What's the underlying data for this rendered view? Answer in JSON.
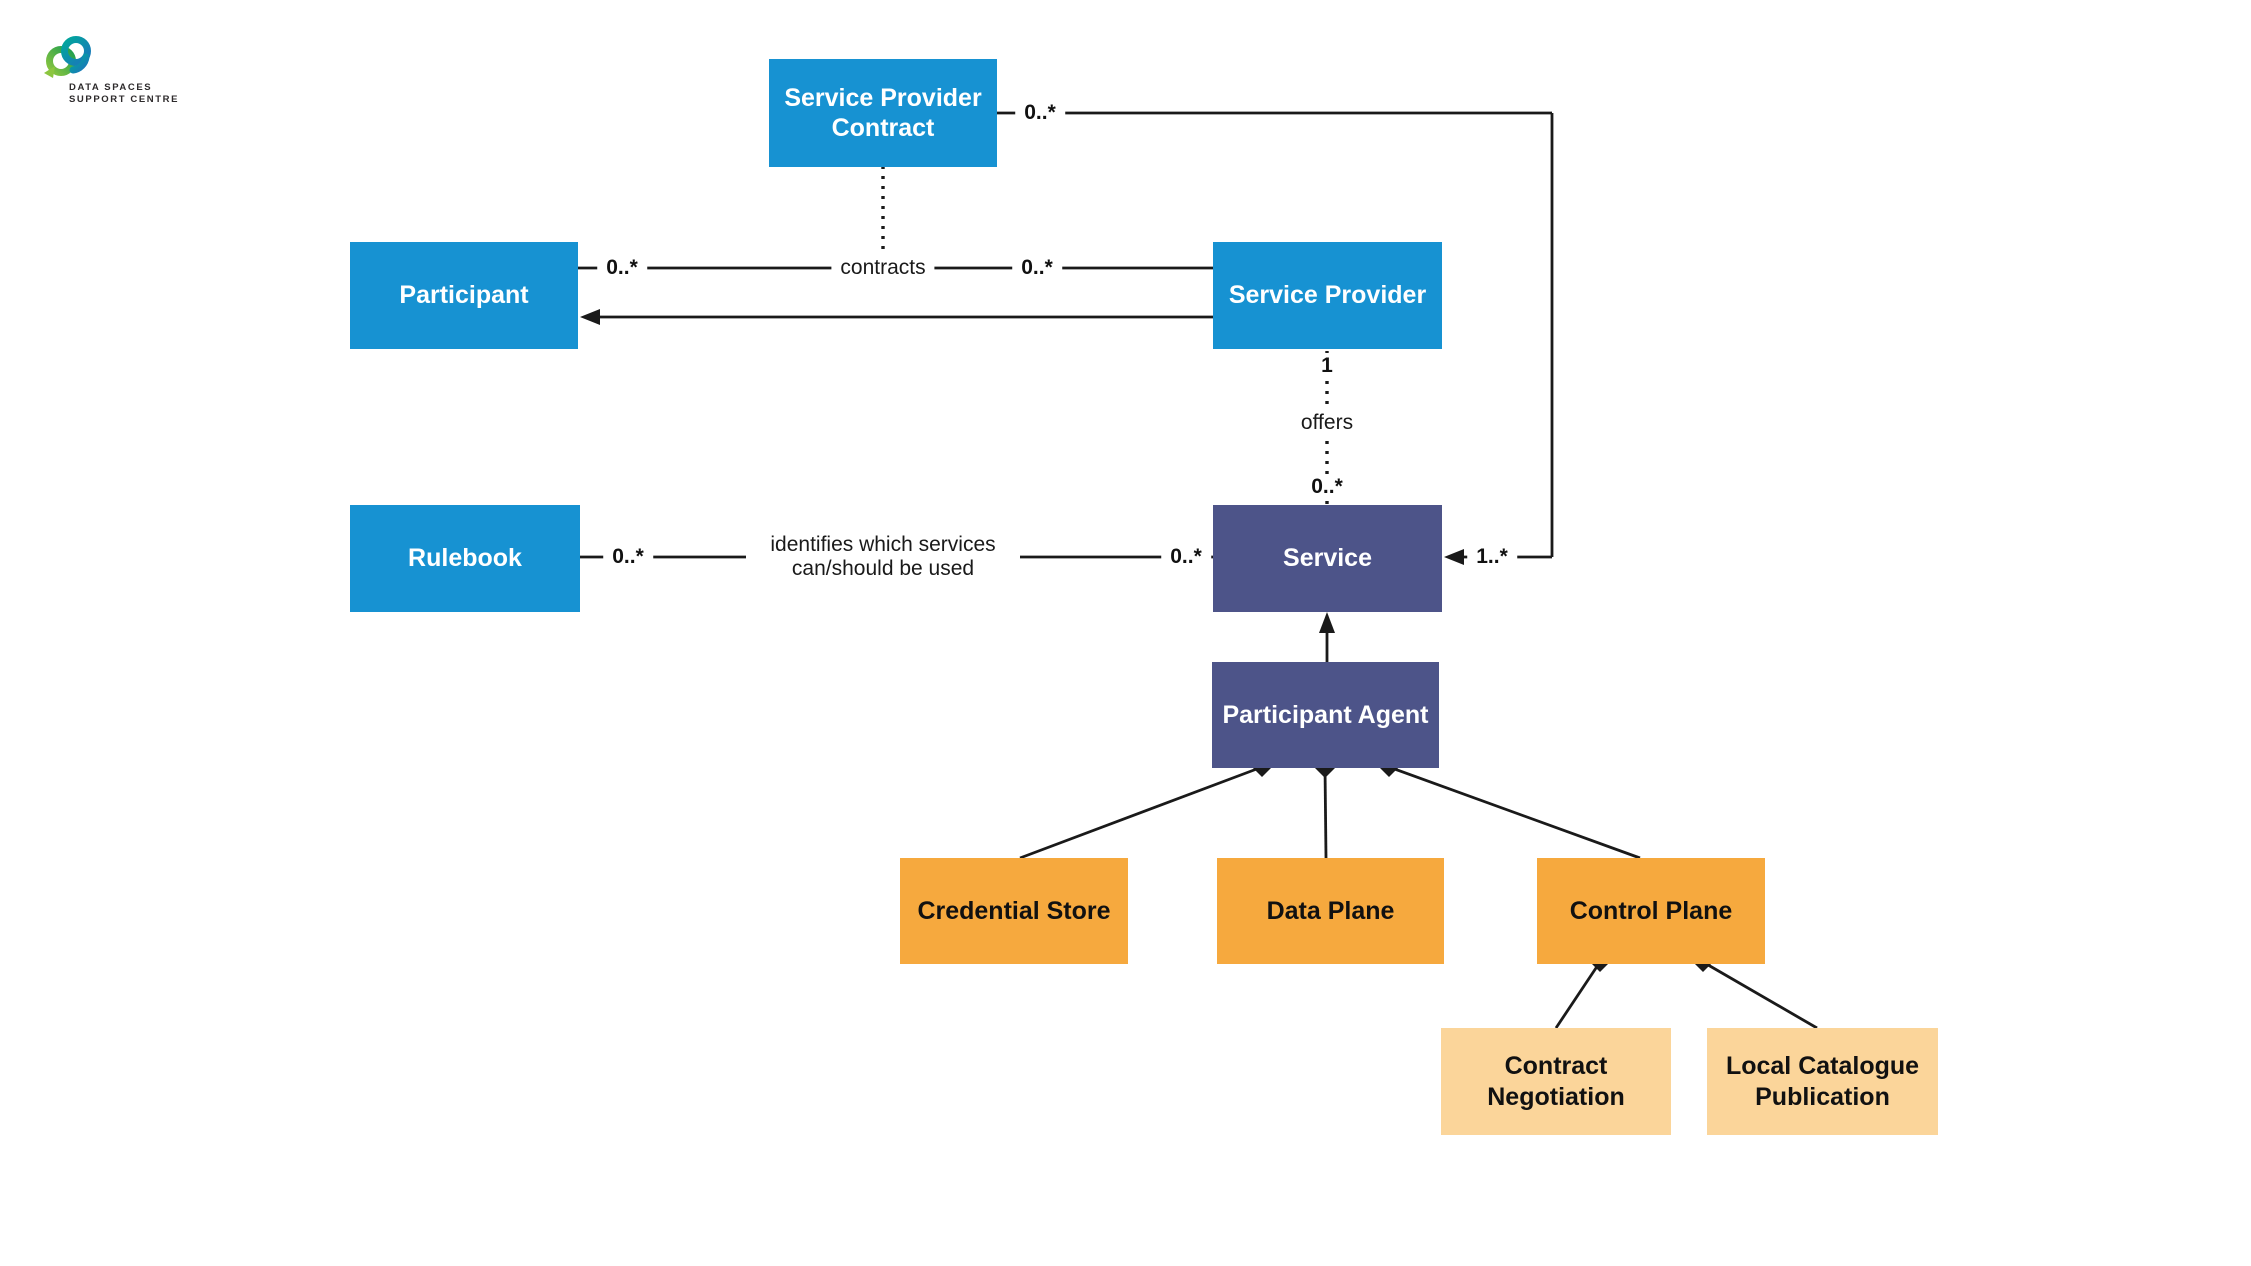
{
  "logo": {
    "line1": "DATA SPACES",
    "line2": "SUPPORT CENTRE"
  },
  "colors": {
    "node_blue": "#1792D2",
    "node_purple": "#4D5489",
    "node_orange": "#F6A93E",
    "node_light_orange": "#FBD59A",
    "connector": "#1A1A1A",
    "logo_green": "#3FA535",
    "logo_blue": "#1B82C5",
    "logo_text": "#2D2A2B",
    "background": "#FFFFFF"
  },
  "nodes": {
    "spc": {
      "label": "Service Provider Contract"
    },
    "participant": {
      "label": "Participant"
    },
    "service_provider": {
      "label": "Service Provider"
    },
    "rulebook": {
      "label": "Rulebook"
    },
    "service": {
      "label": "Service"
    },
    "participant_agent": {
      "label": "Participant Agent"
    },
    "credential_store": {
      "label": "Credential Store"
    },
    "data_plane": {
      "label": "Data Plane"
    },
    "control_plane": {
      "label": "Control Plane"
    },
    "contract_negotiation": {
      "label": "Contract Negotiation"
    },
    "local_catalogue_publication": {
      "label": "Local Catalogue Publication"
    }
  },
  "edges": {
    "spc_service_mult": "0..*",
    "contracts_left_mult": "0..*",
    "contracts_label": "contracts",
    "contracts_right_mult": "0..*",
    "offers_one": "1",
    "offers_label": "offers",
    "offers_mult": "0..*",
    "rulebook_mult": "0..*",
    "rulebook_note_line1": "identifies which services",
    "rulebook_note_line2": "can/should be used",
    "service_left_mult": "0..*",
    "service_right_mult": "1..*"
  }
}
